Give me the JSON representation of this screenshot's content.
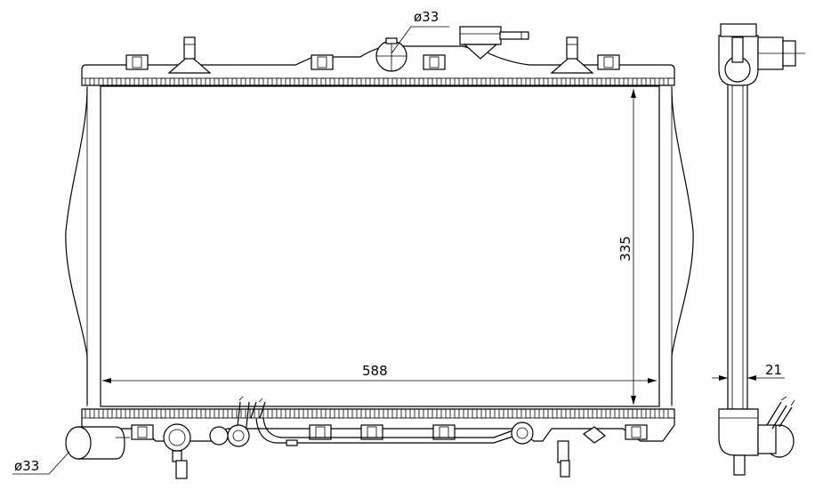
{
  "drawing": {
    "top_inlet_label": "ø33",
    "bottom_outlet_label": "ø33",
    "height_label": "335",
    "width_label": "588",
    "thickness_label": "21"
  },
  "colors": {
    "line": "#000000",
    "background": "#ffffff"
  }
}
